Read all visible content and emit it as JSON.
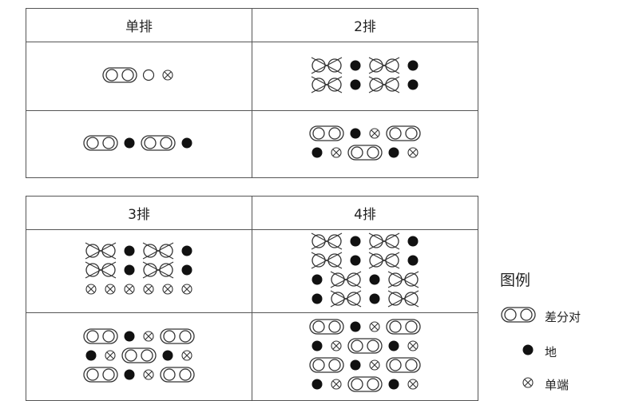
{
  "tables": [
    {
      "headers": [
        "单排",
        "2排"
      ],
      "rows": [
        [
          [
            [
              "D",
              "E",
              "X"
            ]
          ],
          [
            [
              "C",
              "G",
              "C",
              "G"
            ],
            [
              "C",
              "G",
              "C",
              "G"
            ]
          ]
        ],
        [
          [
            [
              "D",
              "G",
              "D",
              "G"
            ]
          ],
          [
            [
              "D",
              "G",
              "X",
              "D"
            ],
            [
              "G",
              "X",
              "D",
              "G",
              "X"
            ]
          ]
        ]
      ]
    },
    {
      "headers": [
        "3排",
        "4排"
      ],
      "rows": [
        [
          [
            [
              "C",
              "G",
              "C",
              "G"
            ],
            [
              "C",
              "G",
              "C",
              "G"
            ],
            [
              "X",
              "X",
              "X",
              "X",
              "X",
              "X"
            ]
          ],
          [
            [
              "C",
              "G",
              "C",
              "G"
            ],
            [
              "C",
              "G",
              "C",
              "G"
            ],
            [
              "G",
              "C",
              "G",
              "C"
            ],
            [
              "G",
              "C",
              "G",
              "C"
            ]
          ]
        ],
        [
          [
            [
              "D",
              "G",
              "X",
              "D"
            ],
            [
              "G",
              "X",
              "D",
              "G",
              "X"
            ],
            [
              "D",
              "G",
              "X",
              "D"
            ]
          ],
          [
            [
              "D",
              "G",
              "X",
              "D"
            ],
            [
              "G",
              "X",
              "D",
              "G",
              "X"
            ],
            [
              "D",
              "G",
              "X",
              "D"
            ],
            [
              "G",
              "X",
              "D",
              "G",
              "X"
            ]
          ]
        ]
      ]
    }
  ],
  "legend": {
    "title": "图例",
    "items": [
      {
        "symbol": "D",
        "label": "差分对"
      },
      {
        "symbol": "G",
        "label": "地"
      },
      {
        "symbol": "X",
        "label": "单端"
      }
    ]
  },
  "colors": {
    "stroke": "#333333",
    "fill_ground": "#111111",
    "border": "#555555"
  }
}
